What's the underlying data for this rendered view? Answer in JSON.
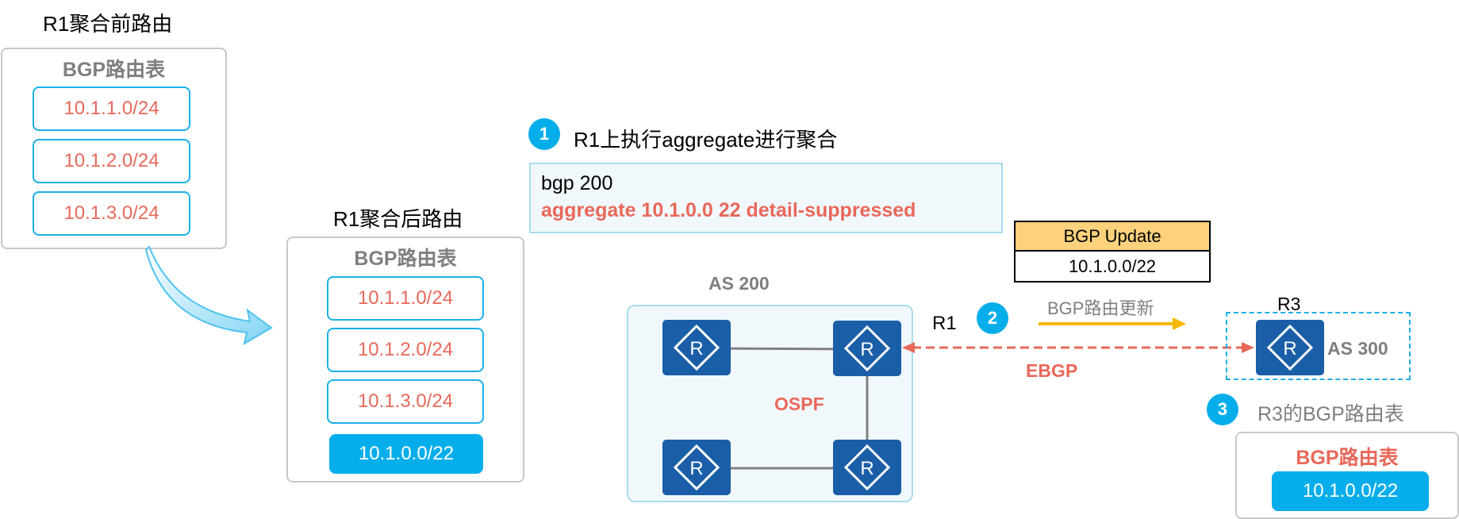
{
  "panel_before": {
    "title": "R1聚合前路由",
    "table_title": "BGP路由表",
    "routes": [
      "10.1.1.0/24",
      "10.1.2.0/24",
      "10.1.3.0/24"
    ]
  },
  "panel_after": {
    "title": "R1聚合后路由",
    "table_title": "BGP路由表",
    "routes": [
      "10.1.1.0/24",
      "10.1.2.0/24",
      "10.1.3.0/24"
    ],
    "aggregate_route": "10.1.0.0/22"
  },
  "step1": {
    "number": "1",
    "label": "R1上执行aggregate进行聚合",
    "cmd_line1": "bgp 200",
    "cmd_line2": "aggregate 10.1.0.0 22 detail-suppressed"
  },
  "step2": {
    "number": "2",
    "update_label": "BGP路由更新"
  },
  "step3": {
    "number": "3",
    "label": "R3的BGP路由表"
  },
  "bgp_update": {
    "header": "BGP Update",
    "prefix": "10.1.0.0/22"
  },
  "topology": {
    "as200_label": "AS 200",
    "ospf_label": "OSPF",
    "r1_label": "R1",
    "r3_label": "R3",
    "as300_label": "AS 300",
    "ebgp_label": "EBGP",
    "router_glyph": "R"
  },
  "r3_table": {
    "title": "BGP路由表",
    "route": "10.1.0.0/22"
  },
  "colors": {
    "accent": "#05aeea",
    "route_text": "#e8685a",
    "router": "#1b5ea8",
    "update_arrow": "#f5b800"
  }
}
